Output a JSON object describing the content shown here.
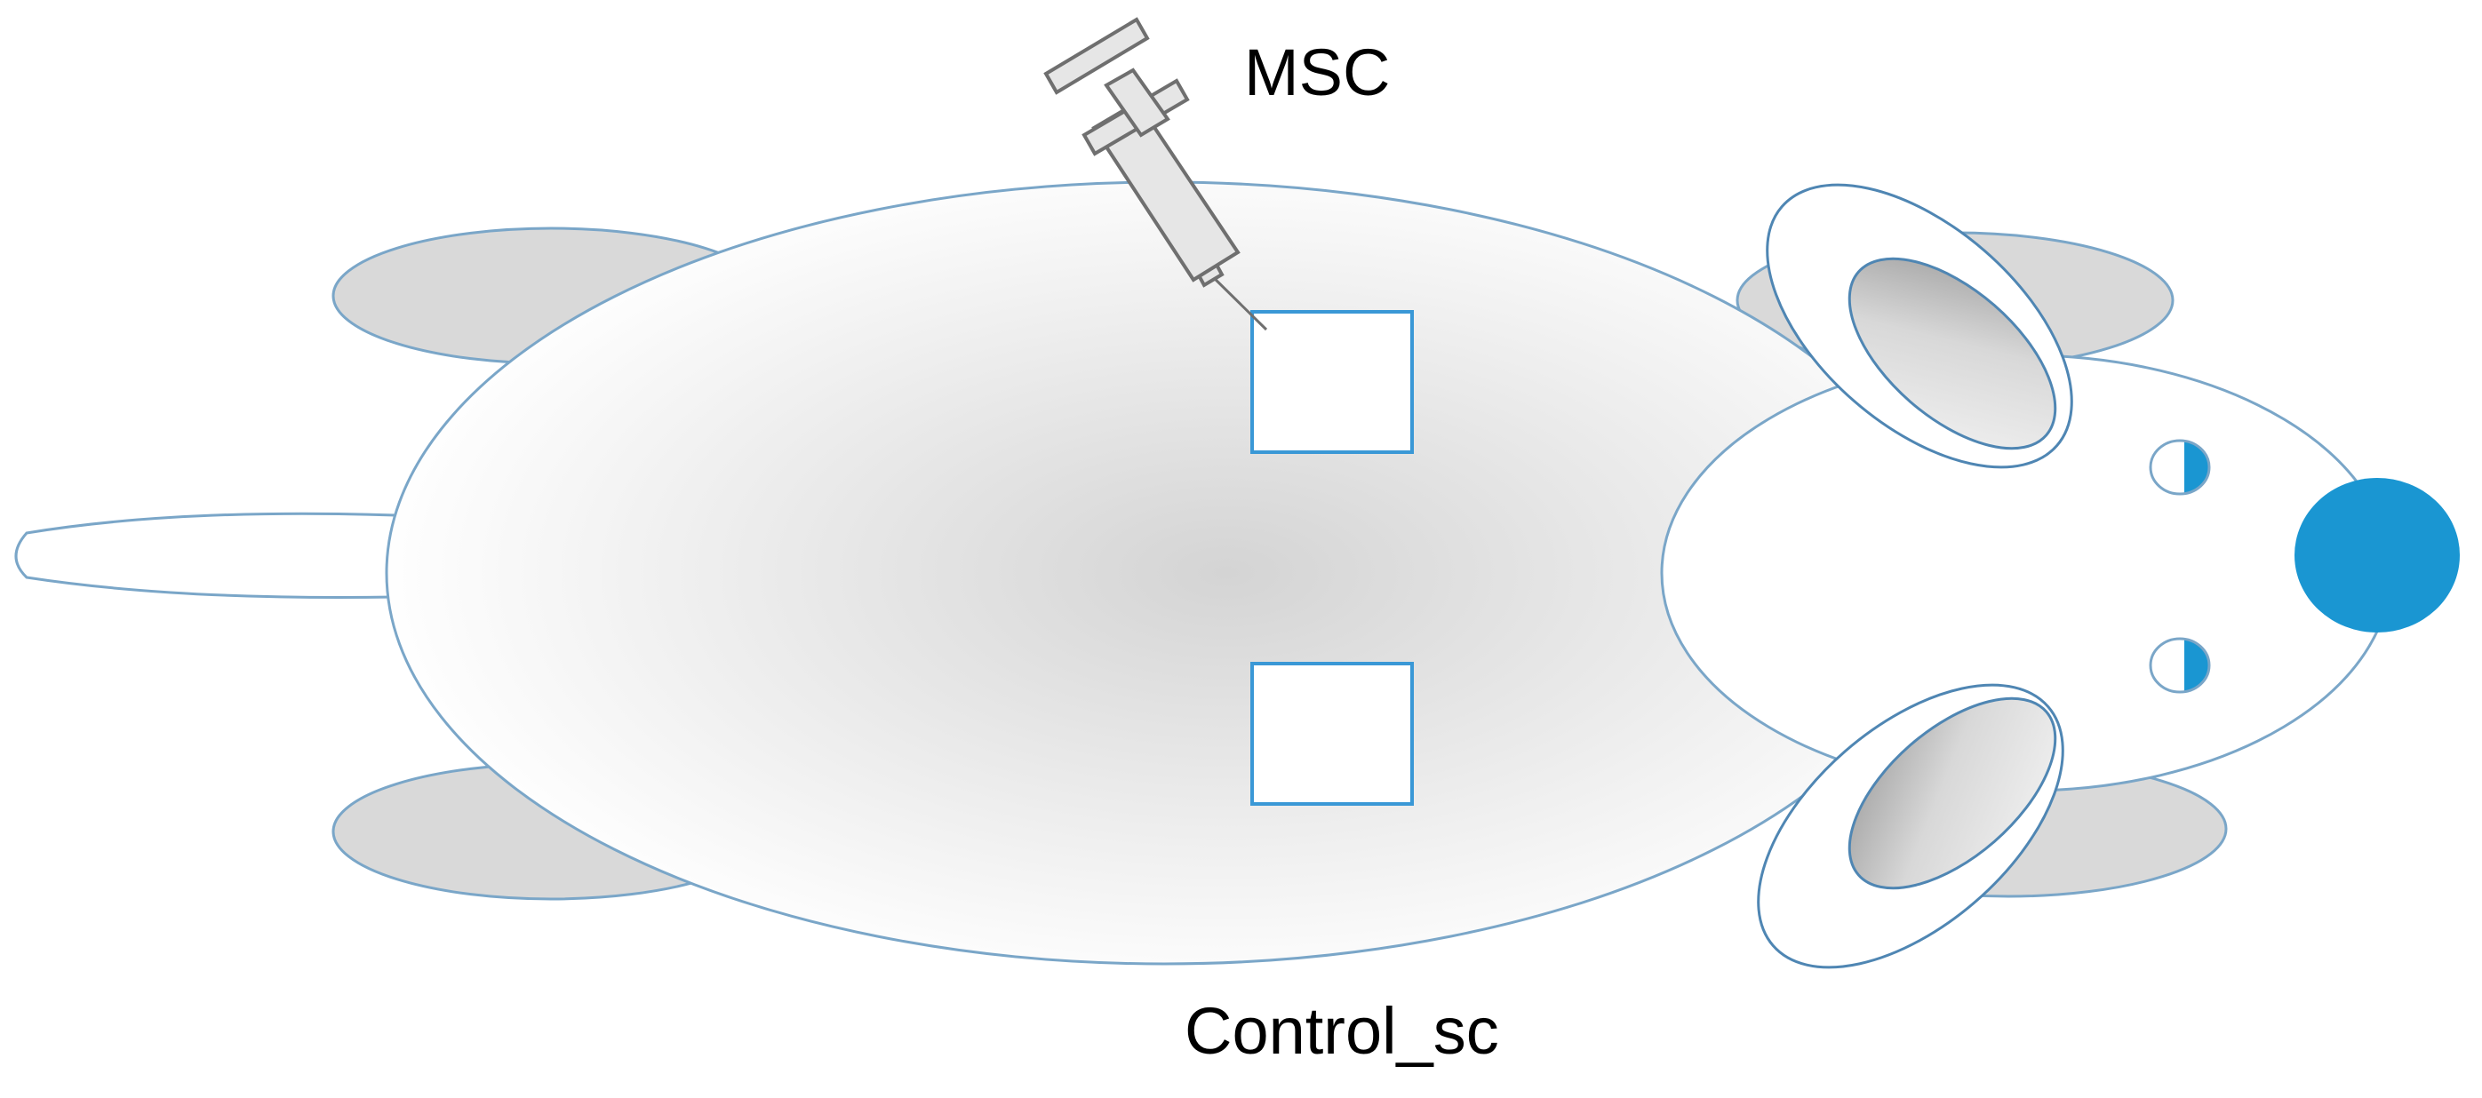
{
  "diagram": {
    "labels": {
      "top": "MSC",
      "bottom": "Control_sc"
    },
    "elements": {
      "mouse": "mouse-dorsal-view",
      "syringe": "syringe-icon",
      "injection_site": "msc-injection-site",
      "control_site": "control-site"
    }
  },
  "colors": {
    "outline": "#7aa6c8",
    "site_border": "#3a98d6",
    "nose": "#1a96d2",
    "eye_accent": "#1a96d2",
    "body_center": "#d4d4d4",
    "body_edge": "#ffffff",
    "paw_fill": "#d9d9d9",
    "syringe_stroke": "#6f6f6f",
    "syringe_fill": "#e6e6e6"
  }
}
